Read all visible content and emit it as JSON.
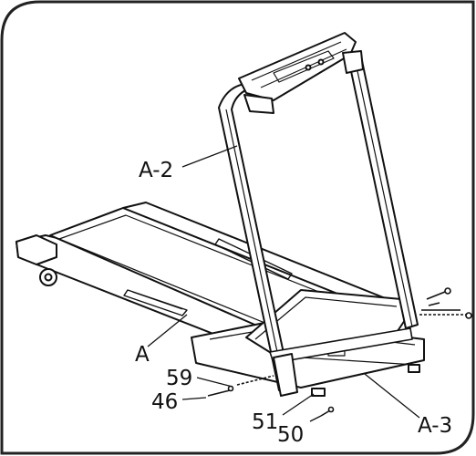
{
  "labels": {
    "a2": "A-2",
    "a": "A",
    "a3": "A-3",
    "p59": "59",
    "p46": "46",
    "p51": "51",
    "p50": "50"
  },
  "colors": {
    "line": "#111111",
    "fill": "#ffffff",
    "frame": "#222222"
  }
}
